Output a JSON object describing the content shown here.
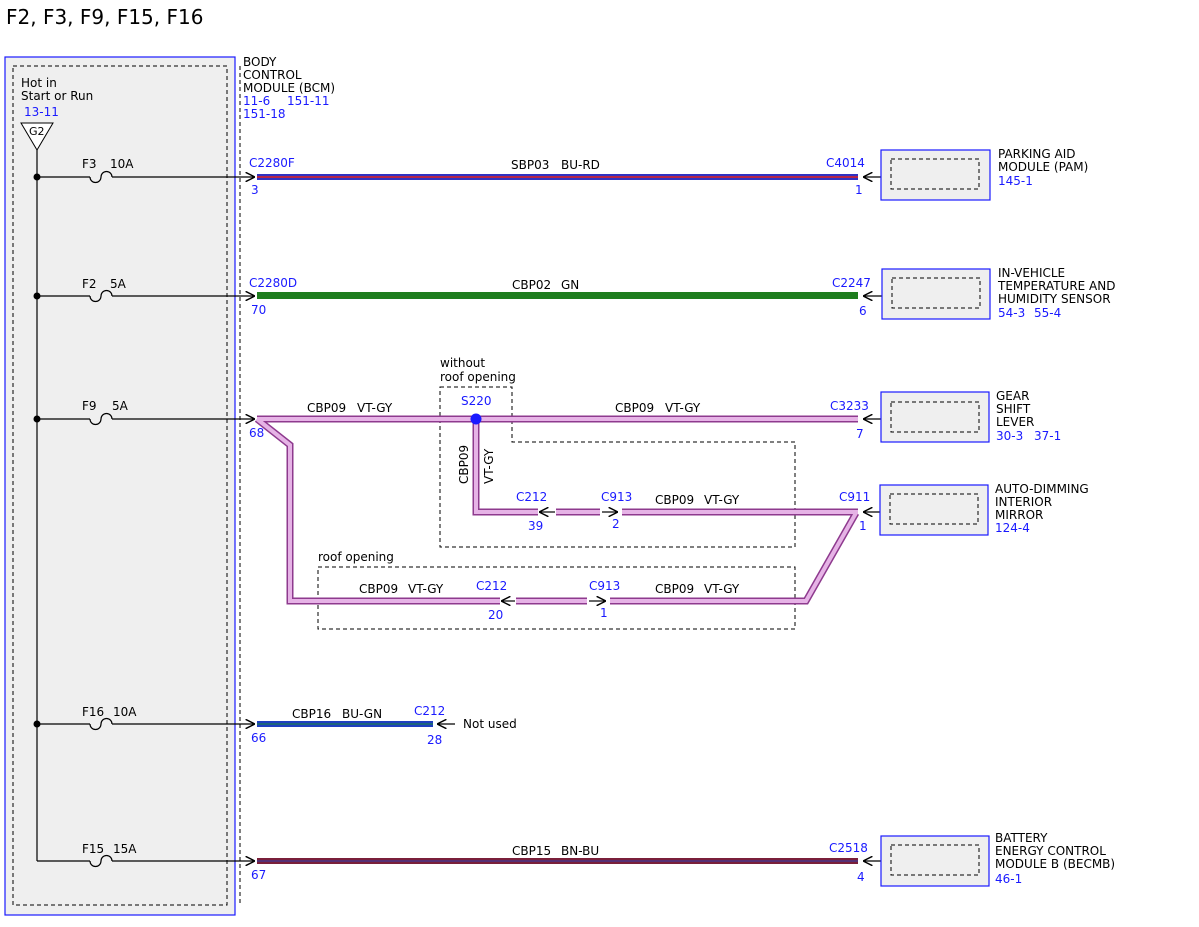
{
  "title": "F2, F3, F9, F15, F16",
  "bcm": {
    "name_lines": [
      "BODY",
      "CONTROL",
      "MODULE (BCM)"
    ],
    "ref1": "11-6",
    "ref2": "151-11",
    "ref3": "151-18",
    "hot_line1": "Hot in",
    "hot_line2": "Start or Run",
    "hot_ref": "13-11",
    "ground": "G2"
  },
  "fuses": [
    {
      "id": "F3",
      "rating": "10A"
    },
    {
      "id": "F2",
      "rating": "5A"
    },
    {
      "id": "F9",
      "rating": "5A"
    },
    {
      "id": "F16",
      "rating": "10A"
    },
    {
      "id": "F15",
      "rating": "15A"
    }
  ],
  "connectors": {
    "c2280f": "C2280F",
    "c2280f_pin": "3",
    "c4014": "C4014",
    "c4014_pin": "1",
    "c2280d": "C2280D",
    "c2280d_pin": "70",
    "c2247": "C2247",
    "c2247_pin": "6",
    "f9_pin": "68",
    "s220": "S220",
    "c3233": "C3233",
    "c3233_pin": "7",
    "c212_a": "C212",
    "c212_a_pin": "39",
    "c913_a": "C913",
    "c913_a_pin": "2",
    "c911": "C911",
    "c911_pin": "1",
    "c212_b": "C212",
    "c212_b_pin": "20",
    "c913_b": "C913",
    "c913_b_pin": "1",
    "f16_pin": "66",
    "c212_c": "C212",
    "c212_c_pin": "28",
    "f15_pin": "67",
    "c2518": "C2518",
    "c2518_pin": "4"
  },
  "wires": {
    "w1_circuit": "SBP03",
    "w1_color": "BU-RD",
    "w2_circuit": "CBP02",
    "w2_color": "GN",
    "w3a_circuit": "CBP09",
    "w3a_color": "VT-GY",
    "w3b_circuit": "CBP09",
    "w3b_color": "VT-GY",
    "w3v_circuit": "CBP09",
    "w3v_color": "VT-GY",
    "w3c_circuit": "CBP09",
    "w3c_color": "VT-GY",
    "w3d_circuit": "CBP09",
    "w3d_color": "VT-GY",
    "w3e_circuit": "CBP09",
    "w3e_color": "VT-GY",
    "w4_circuit": "CBP16",
    "w4_color": "BU-GN",
    "w5_circuit": "CBP15",
    "w5_color": "BN-BU"
  },
  "options": {
    "without_roof_line1": "without",
    "without_roof_line2": "roof opening",
    "roof": "roof opening"
  },
  "not_used": "Not used",
  "modules": {
    "pam": {
      "lines": [
        "PARKING AID",
        "MODULE (PAM)"
      ],
      "ref": "145-1"
    },
    "temp": {
      "lines": [
        "IN-VEHICLE",
        "TEMPERATURE AND",
        "HUMIDITY SENSOR"
      ],
      "ref1": "54-3",
      "ref2": "55-4"
    },
    "gear": {
      "lines": [
        "GEAR",
        "SHIFT",
        "LEVER"
      ],
      "ref1": "30-3",
      "ref2": "37-1"
    },
    "mirror": {
      "lines": [
        "AUTO-DIMMING",
        "INTERIOR",
        "MIRROR"
      ],
      "ref": "124-4"
    },
    "becmb": {
      "lines": [
        "BATTERY",
        "ENERGY CONTROL",
        "MODULE B (BECMB)"
      ],
      "ref": "46-1"
    }
  },
  "colors": {
    "blue_outline": "#1a1aff",
    "panel_fill": "#efefef",
    "wire_bu_rd_main": "#3030c0",
    "wire_bu_rd_stripe": "#e02020",
    "wire_gn": "#1e7d1e",
    "wire_vt_gy_fill": "#e6b3e6",
    "wire_vt_gy_edge": "#8e3a8e",
    "wire_bu_gn": "#1f3fbf",
    "wire_bn_bu_main": "#7a1f3a",
    "wire_bn_bu_stripe": "#3040b0"
  }
}
